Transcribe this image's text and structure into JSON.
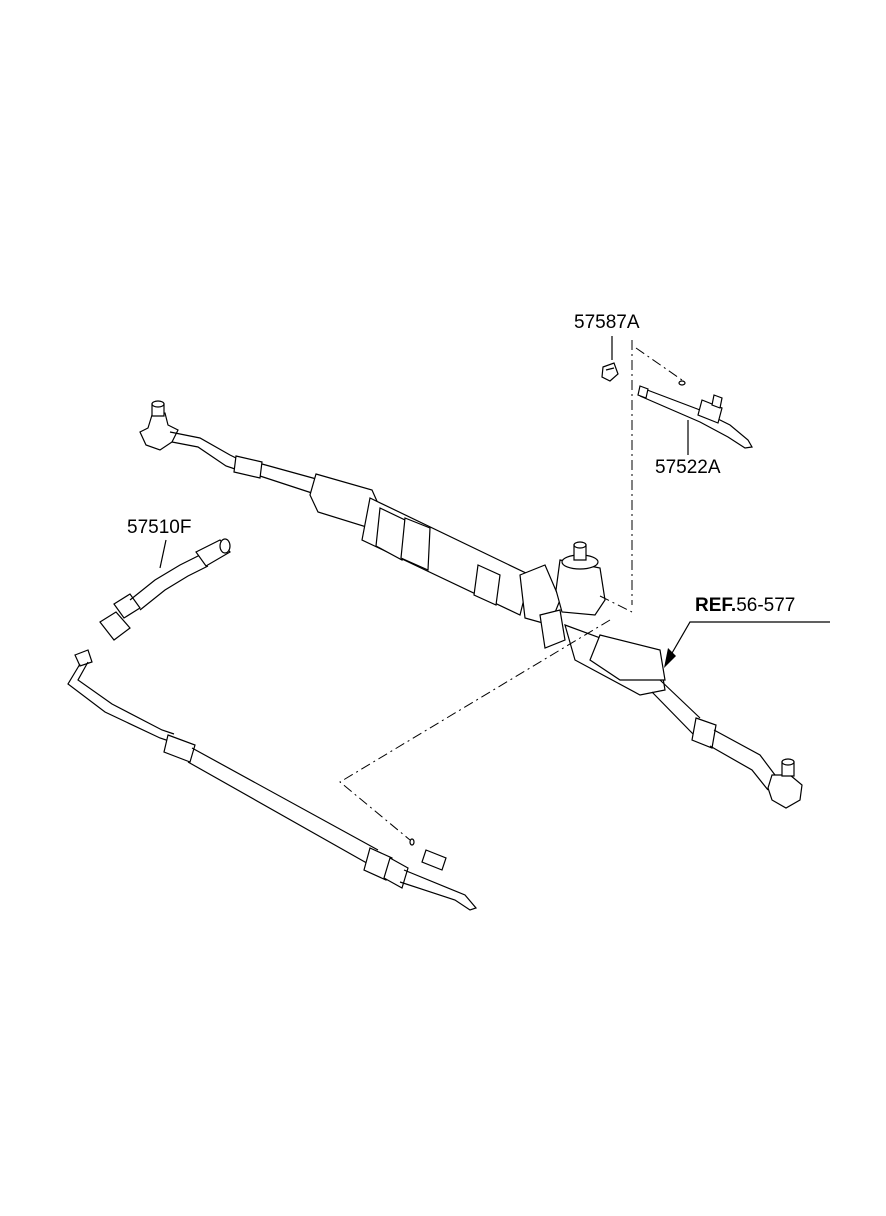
{
  "labels": {
    "clip": "57587A",
    "return_tube": "57522A",
    "suction_hose": "57510F",
    "ref_prefix": "REF.",
    "ref_number": "56-577"
  }
}
